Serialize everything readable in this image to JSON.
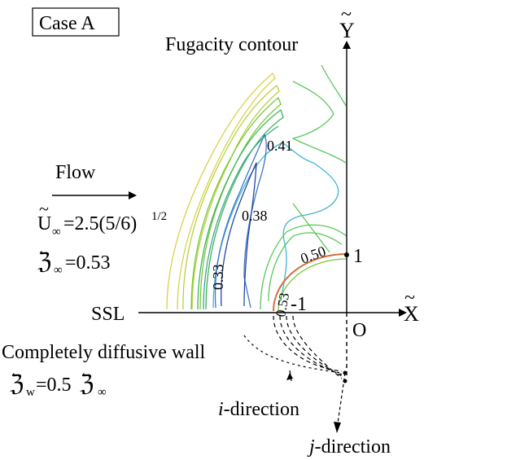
{
  "case_label": "Case A",
  "title": "Fugacity contour",
  "flow": {
    "label": "Flow",
    "u_symbol": "U",
    "u_tilde": "~",
    "u_sub": "∞",
    "u_eq": "=2.5(5/6)",
    "u_exp": "1/2",
    "z_symbol": "ℨ",
    "z_sub": "∞",
    "z_eq": "=0.53"
  },
  "axes": {
    "y_label": "Y",
    "x_label": "X",
    "tilde": "~",
    "origin": "O",
    "tick_y": "1",
    "tick_x": "-1"
  },
  "ssl_label": "SSL",
  "wall": {
    "line1": "Completely diffusive wall",
    "z_symbol": "ℨ",
    "z_sub": "w",
    "eq": "=0.5",
    "z2_symbol": "ℨ",
    "z2_sub": "∞"
  },
  "directions": {
    "i_letter": "i",
    "i_rest": "-direction",
    "j_letter": "j",
    "j_rest": "-direction"
  },
  "contour_labels": [
    "0.41",
    "0.38",
    "0.33",
    "0.50",
    "0.53"
  ],
  "colors": {
    "c1": "#d8d24a",
    "c2": "#b4d23c",
    "c3": "#78c83c",
    "c4": "#3cb45a",
    "c5": "#37a88c",
    "c6": "#41b4d2",
    "c7": "#3c78c8",
    "c8": "#2846a0",
    "c9": "#5ac85a",
    "cyl": "#d26e3c"
  }
}
